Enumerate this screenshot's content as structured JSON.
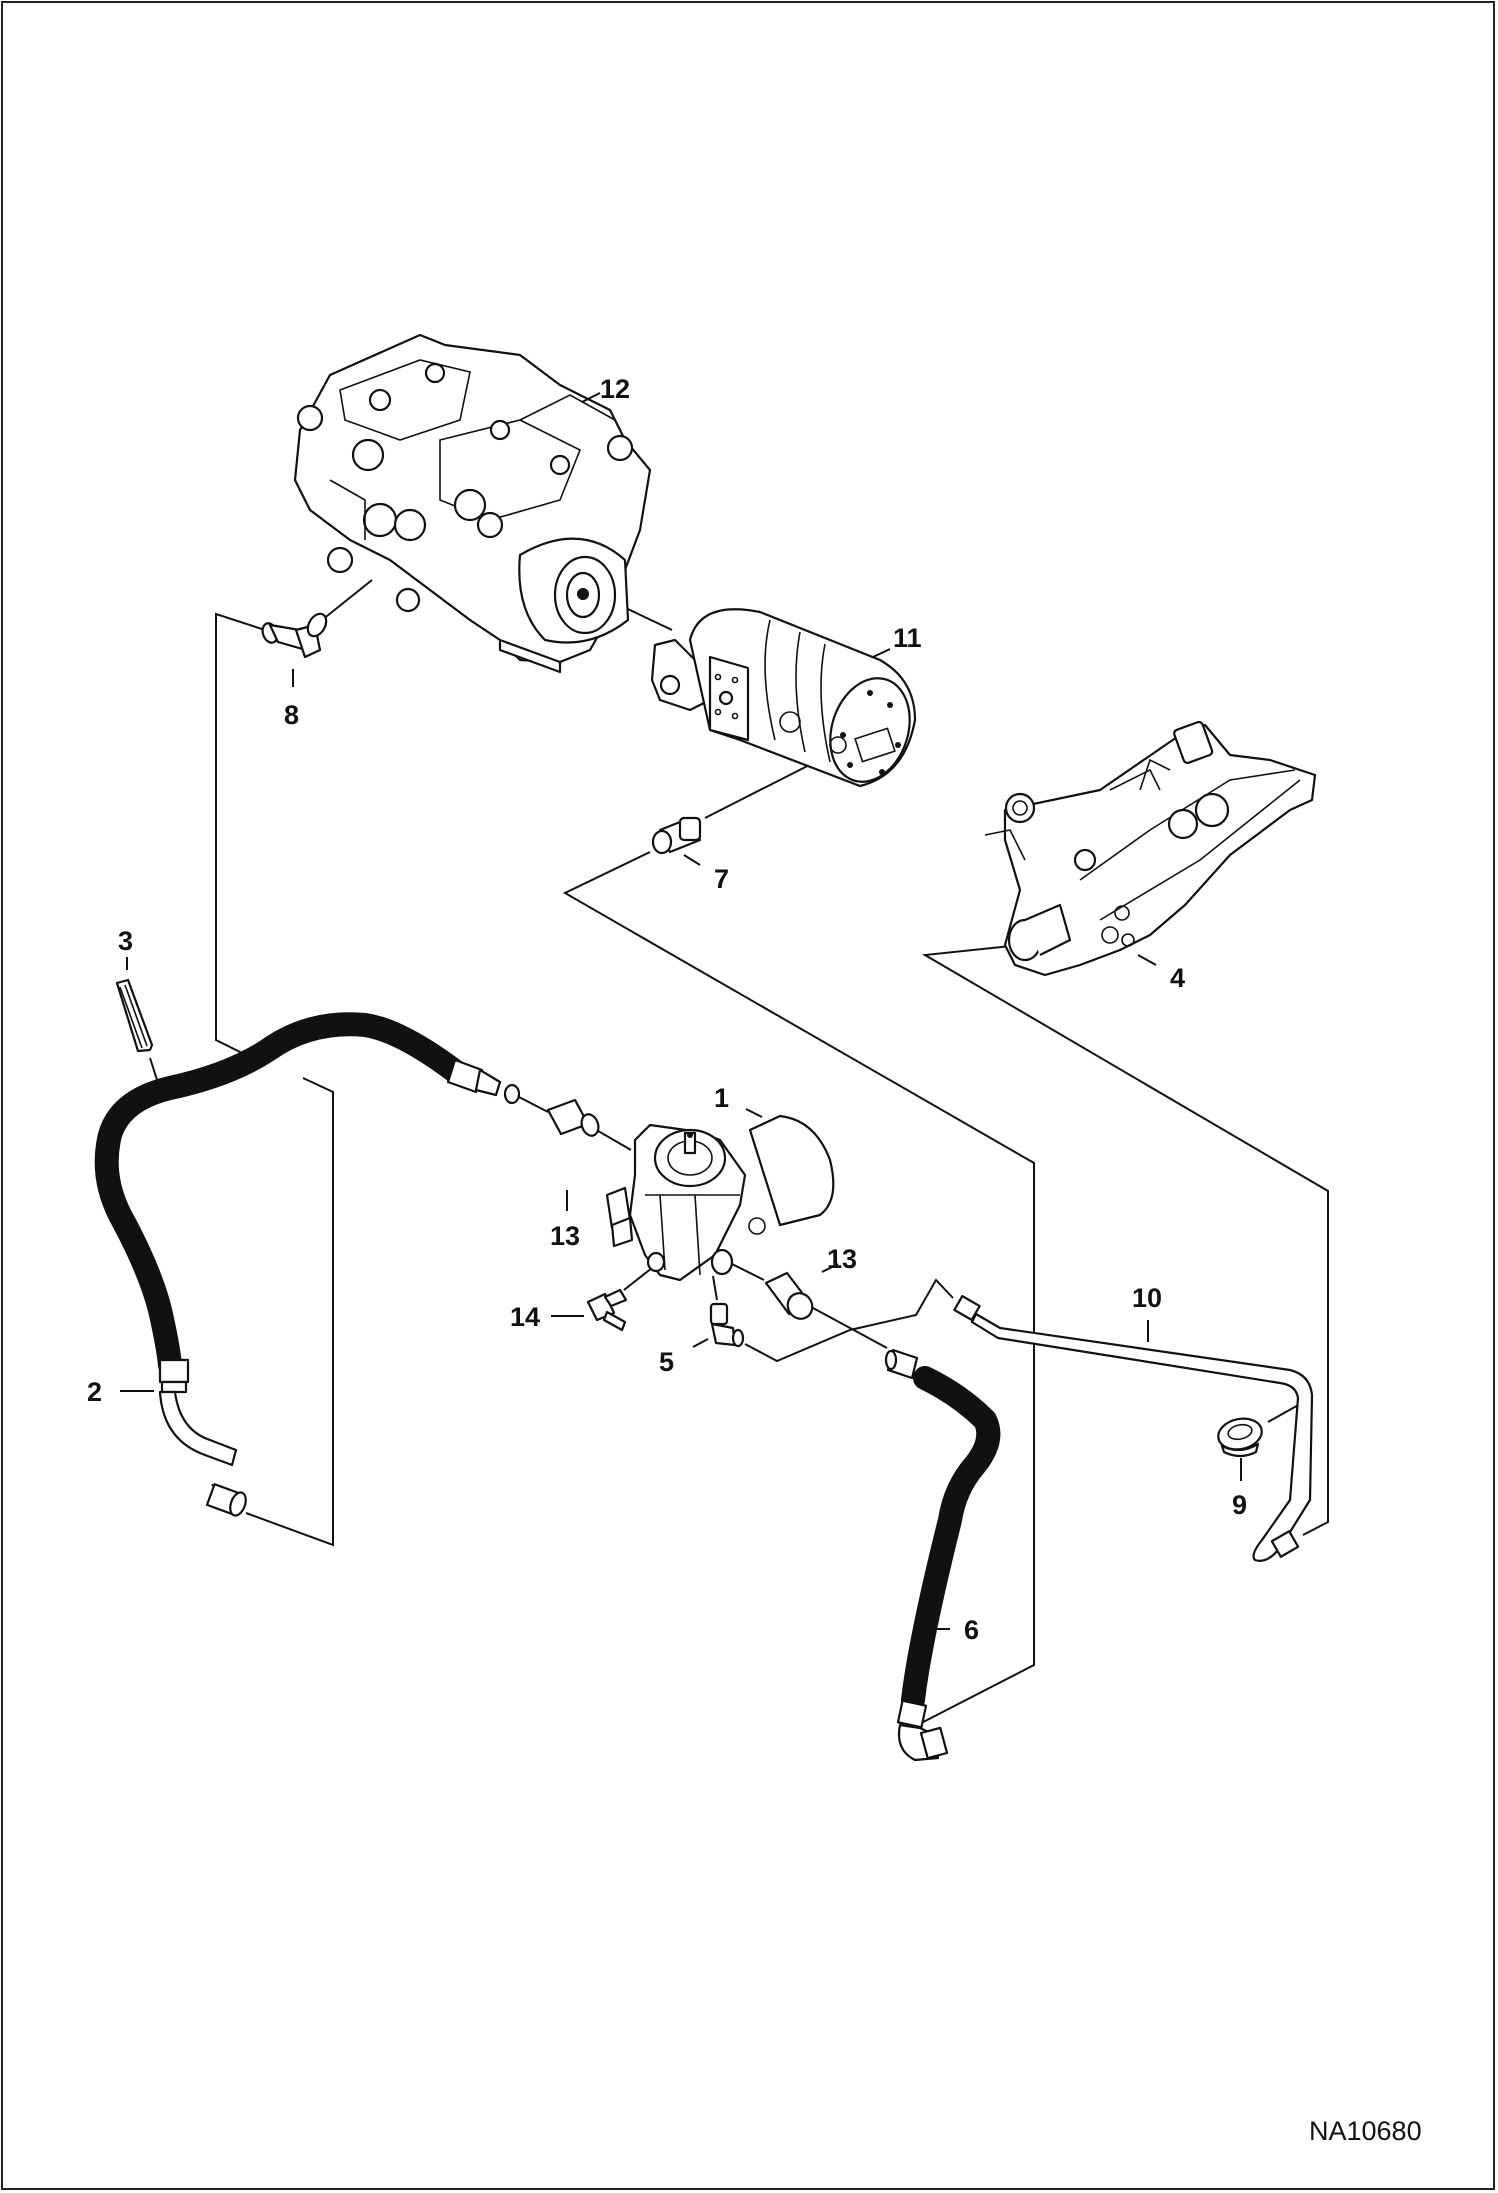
{
  "figure": {
    "id": "NA10680",
    "type": "exploded parts diagram"
  },
  "callouts": [
    {
      "num": "1",
      "part": "pump-motor-assembly"
    },
    {
      "num": "2",
      "part": "hose"
    },
    {
      "num": "3",
      "part": "hose-guard-sleeve"
    },
    {
      "num": "4",
      "part": "control-valve"
    },
    {
      "num": "5",
      "part": "elbow-fitting"
    },
    {
      "num": "6",
      "part": "hose"
    },
    {
      "num": "7",
      "part": "straight-fitting"
    },
    {
      "num": "8",
      "part": "elbow-fitting"
    },
    {
      "num": "9",
      "part": "grommet"
    },
    {
      "num": "10",
      "part": "tube"
    },
    {
      "num": "11",
      "part": "gear-pump"
    },
    {
      "num": "12",
      "part": "hydrostatic-pump"
    },
    {
      "num": "13",
      "part": "adapter-fitting"
    },
    {
      "num": "14",
      "part": "elbow-fitting"
    }
  ],
  "labels": {
    "c1": "1",
    "c2": "2",
    "c3": "3",
    "c4": "4",
    "c5": "5",
    "c6": "6",
    "c7": "7",
    "c8": "8",
    "c9": "9",
    "c10": "10",
    "c11": "11",
    "c12": "12",
    "c13a": "13",
    "c13b": "13",
    "c14": "14",
    "figure_id": "NA10680"
  }
}
